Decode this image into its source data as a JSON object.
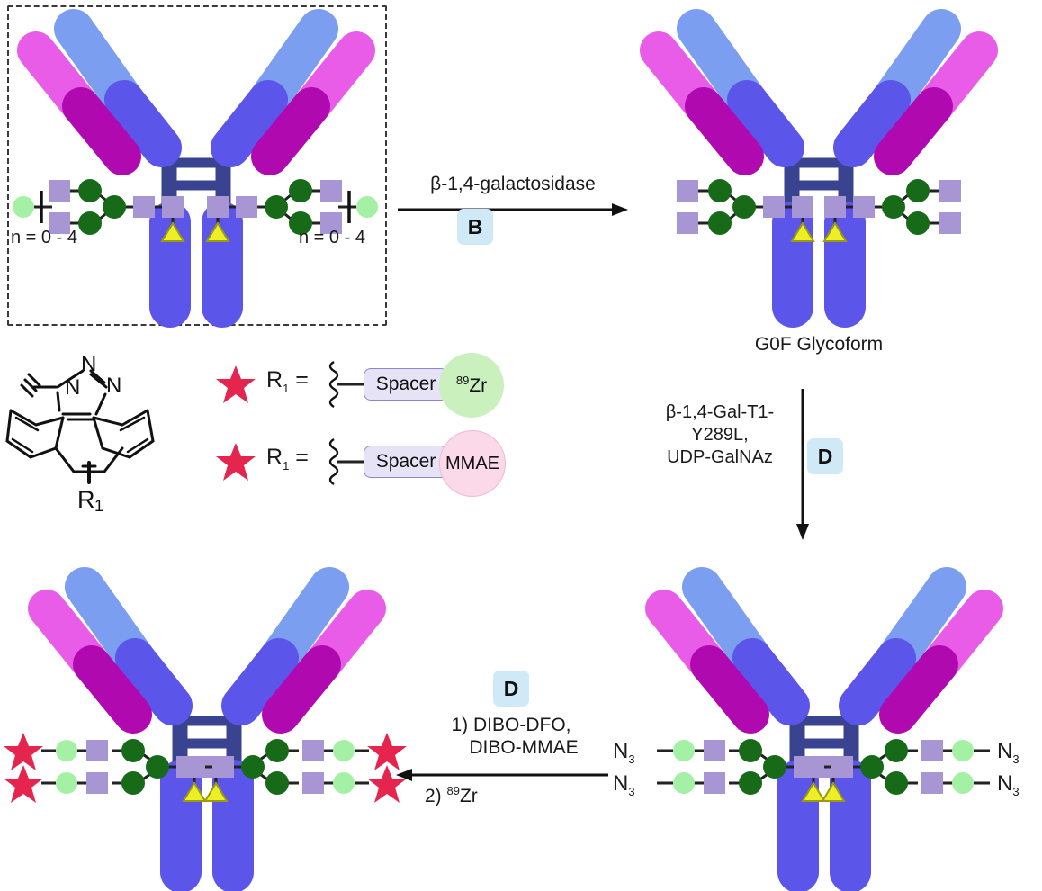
{
  "figure": {
    "type": "reaction-scheme",
    "title": "Antibody glycan remodeling and site-specific conjugation scheme"
  },
  "colors": {
    "light_chain_top": "#e85ce8",
    "light_chain_bottom": "#b009b0",
    "heavy_chain_top": "#7b9ef0",
    "heavy_chain_bottom": "#5b55ea",
    "fc_region": "#5b55ea",
    "hinge": "#3a4390",
    "glcnac_square": "#a895d4",
    "mannose_green": "#176b18",
    "galactose_light_green": "#a4f0a4",
    "fucose_yellow": "#ecee26",
    "star_crimson": "#e6254f",
    "badge_blue": "#cfe9f7",
    "zr_circle": "#c9f0bd",
    "mmae_circle": "#fbd9e8"
  },
  "panels": {
    "top_left": {
      "name": "starting-antibody-heterogeneous-glycoform",
      "n_label_left": "n = 0 - 4",
      "n_label_right": "n = 0 - 4",
      "boxed": true
    },
    "top_right": {
      "name": "g0f-glycoform-antibody",
      "caption": "G0F Glycoform"
    },
    "bottom_right": {
      "name": "galnaz-azide-antibody",
      "azide_labels": [
        "N3",
        "N3",
        "N3",
        "N3"
      ]
    },
    "bottom_left": {
      "name": "conjugated-antibody-product",
      "star_count": 4
    }
  },
  "arrows": {
    "arrow_b": {
      "name": "arrow-galactosidase",
      "direction": "right",
      "above_label": "β-1,4-galactosidase",
      "badge": "B"
    },
    "arrow_d1": {
      "name": "arrow-galnaz-transfer",
      "direction": "down",
      "side_label_lines": [
        "β-1,4-Gal-T1-",
        "Y289L,",
        "UDP-GalNAz"
      ],
      "badge": "D"
    },
    "arrow_d2": {
      "name": "arrow-click-conjugation",
      "direction": "left",
      "badge": "D",
      "above_label_lines": [
        "1) DIBO-DFO,",
        "DIBO-MMAE"
      ],
      "below_label": "2) ⁸⁹Zr",
      "below_label_num": "89",
      "below_label_text": "Zr",
      "below_label_prefix": "2) "
    }
  },
  "legend": {
    "structure_name": "dibo-triazole-structure",
    "structure_atoms": [
      "N",
      "N",
      "N"
    ],
    "r_group_label": "R",
    "r_group_sub": "1",
    "entries": [
      {
        "name": "legend-r1-zirconium",
        "star": true,
        "equals": "R₁ =",
        "r_text": "R",
        "r_sub": "1",
        "eq": "=",
        "spacer_label": "Spacer",
        "payload_sup": "89",
        "payload_text": "Zr",
        "payload_kind": "isotope"
      },
      {
        "name": "legend-r1-mmae",
        "star": true,
        "equals": "R₁ =",
        "r_text": "R",
        "r_sub": "1",
        "eq": "=",
        "spacer_label": "Spacer",
        "payload_sup": "",
        "payload_text": "MMAE",
        "payload_kind": "drug"
      }
    ]
  },
  "glycan_symbols": {
    "glcnac": "purple-square",
    "mannose": "dark-green-circle",
    "galactose": "light-green-circle",
    "fucose": "yellow-triangle",
    "conjugate": "crimson-star"
  }
}
